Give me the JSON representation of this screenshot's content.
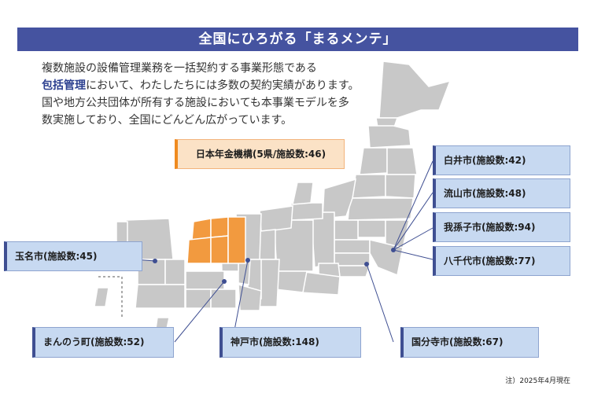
{
  "title": "全国にひろがる「まるメンテ」",
  "description": {
    "line1": "複数施設の設備管理業務を一括契約する事業形態である",
    "highlight": "包括管理",
    "line2_rest": "において、わたしたちには多数の契約実績があります。",
    "line3": "国や地方公共団体が所有する施設においても本事業モデルを多",
    "line4": "数実施しており、全国にどんどん広がっています。"
  },
  "callouts": {
    "jpa": "日本年金機構(5県/施設数:46)",
    "shiroi": "白井市(施設数:42)",
    "nagareyama": "流山市(施設数:48)",
    "abiko": "我孫子市(施設数:94)",
    "yachiyo": "八千代市(施設数:77)",
    "tamana": "玉名市(施設数:45)",
    "manno": "まんのう町(施設数:52)",
    "kobe": "神戸市(施設数:148)",
    "kokubunji": "国分寺市(施設数:67)"
  },
  "note": "注）2025年4月現在",
  "colors": {
    "title_bg": "#4553a0",
    "highlight": "#2b3f8f",
    "map_gray": "#c8c8c8",
    "map_orange": "#f29a3f",
    "callout_blue": "#c7d9f1",
    "callout_orange": "#fbe2c6"
  }
}
